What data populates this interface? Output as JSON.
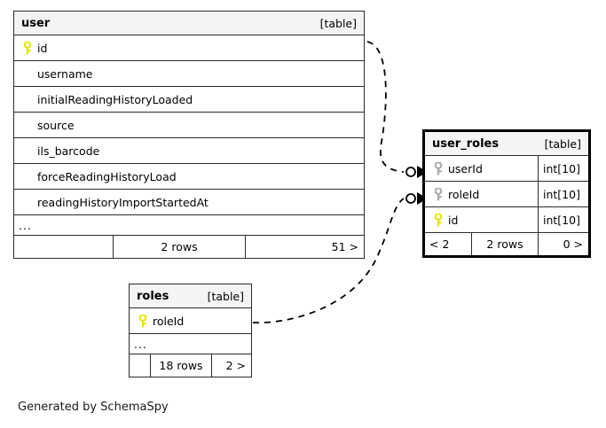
{
  "diagram": {
    "kind_label": "[table]",
    "ellipsis": "...",
    "credit": "Generated by SchemaSpy",
    "colors": {
      "primary_key": "#e4e400",
      "foreign_key": "#a9a9a9",
      "header_bg": "#f4f4f4",
      "border": "#2b2b2b",
      "focus_border": "#000000",
      "background": "#ffffff"
    }
  },
  "tables": {
    "user": {
      "name": "user",
      "kind": "[table]",
      "focused": false,
      "columns": [
        {
          "name": "id",
          "key": "primary",
          "type": ""
        },
        {
          "name": "username",
          "key": "none",
          "type": ""
        },
        {
          "name": "initialReadingHistoryLoaded",
          "key": "none",
          "type": ""
        },
        {
          "name": "source",
          "key": "none",
          "type": ""
        },
        {
          "name": "ils_barcode",
          "key": "none",
          "type": ""
        },
        {
          "name": "forceReadingHistoryLoad",
          "key": "none",
          "type": ""
        },
        {
          "name": "readingHistoryImportStartedAt",
          "key": "none",
          "type": ""
        }
      ],
      "has_more": true,
      "more_label": "...",
      "footer": {
        "parents": "",
        "rows": "2 rows",
        "children": "51 >"
      }
    },
    "user_roles": {
      "name": "user_roles",
      "kind": "[table]",
      "focused": true,
      "columns": [
        {
          "name": "userId",
          "key": "foreign",
          "type": "int[10]"
        },
        {
          "name": "roleId",
          "key": "foreign",
          "type": "int[10]"
        },
        {
          "name": "id",
          "key": "primary",
          "type": "int[10]"
        }
      ],
      "has_more": false,
      "more_label": "",
      "footer": {
        "parents": "< 2",
        "rows": "2 rows",
        "children": "0 >"
      }
    },
    "roles": {
      "name": "roles",
      "kind": "[table]",
      "focused": false,
      "columns": [
        {
          "name": "roleId",
          "key": "primary",
          "type": ""
        }
      ],
      "has_more": true,
      "more_label": "...",
      "footer": {
        "parents": "",
        "rows": "18 rows",
        "children": "2 >"
      }
    }
  },
  "relationships": [
    {
      "from_table": "user",
      "from_column": "id",
      "to_table": "user_roles",
      "to_column": "userId",
      "style": "dashed",
      "optional": true
    },
    {
      "from_table": "roles",
      "from_column": "roleId",
      "to_table": "user_roles",
      "to_column": "roleId",
      "style": "dashed",
      "optional": true
    }
  ]
}
